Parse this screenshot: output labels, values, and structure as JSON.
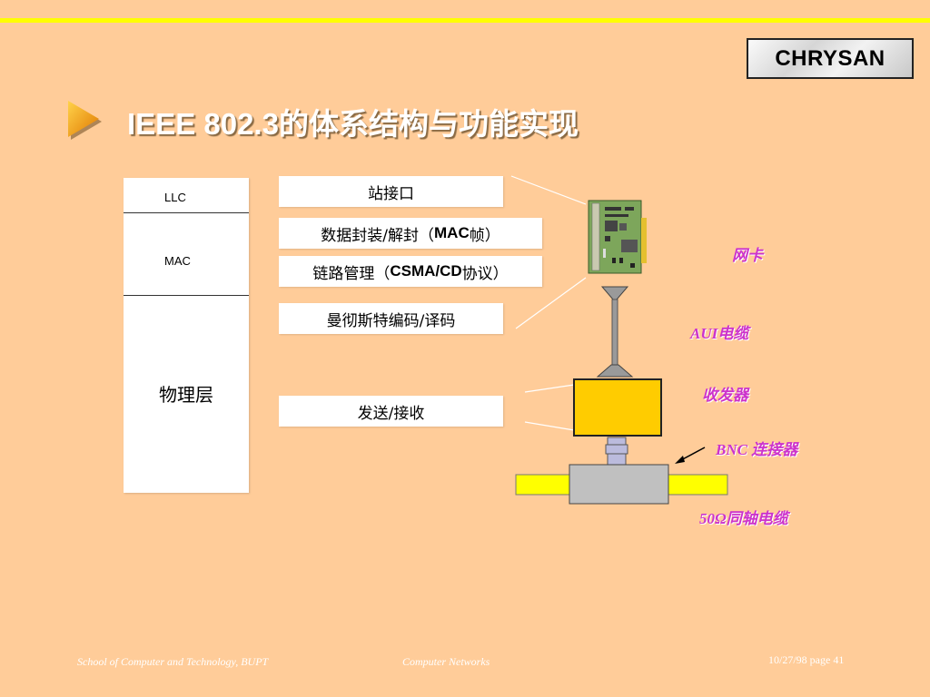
{
  "logo": {
    "text": "CHRYSAN"
  },
  "title": "IEEE 802.3的体系结构与功能实现",
  "layers": {
    "llc": "LLC",
    "mac": "MAC",
    "physical": "物理层"
  },
  "functions": {
    "station_interface": "站接口",
    "encapsulation_prefix": "数据封装/解封（",
    "encapsulation_bold": "MAC",
    "encapsulation_suffix": "帧）",
    "link_prefix": "链路管理（",
    "link_bold": "CSMA/CD",
    "link_suffix": "协议）",
    "manchester": "曼彻斯特编码/译码",
    "transmit_receive": "发送/接收"
  },
  "components": {
    "nic": "网卡",
    "aui_cable": "AUI电缆",
    "transceiver": "收发器",
    "bnc_connector": "BNC 连接器",
    "coax": "50Ω同轴电缆"
  },
  "footer": {
    "school": "School of Computer and Technology, BUPT",
    "course": "Computer  Networks",
    "date_page": "10/27/98   page 41"
  },
  "colors": {
    "background": "#FFCC99",
    "accent_line": "#FFFF00",
    "transceiver": "#FFCC00",
    "cable": "#FFFF00",
    "label": "#CC33CC"
  }
}
